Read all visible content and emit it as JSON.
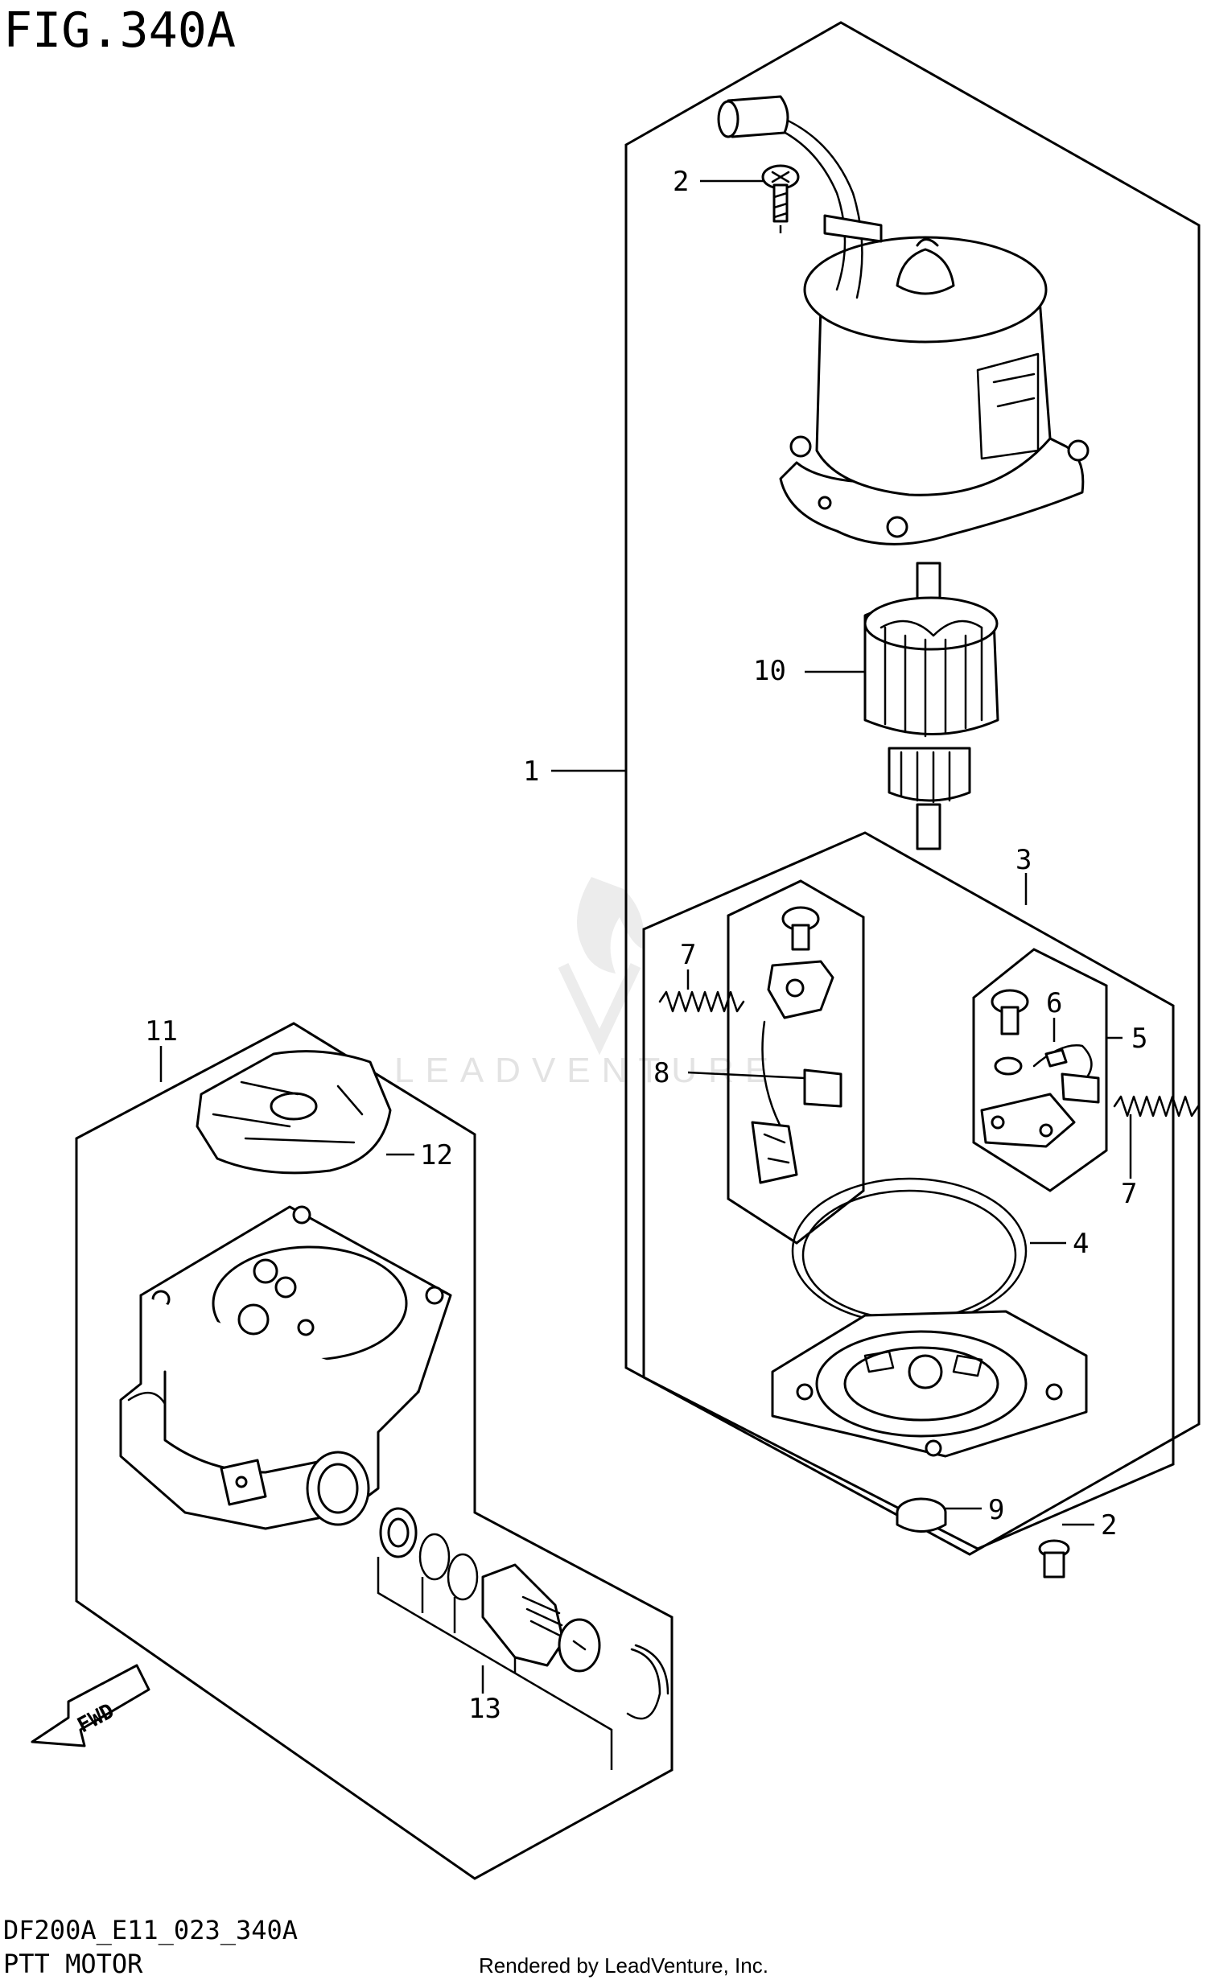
{
  "figure": {
    "title": "FIG.340A",
    "code": "DF200A_E11_023_340A",
    "name": "PTT MOTOR",
    "credit": "Rendered by LeadVenture, Inc.",
    "watermark": "LEADVENTURE",
    "fwd_label": "FWD"
  },
  "callouts": {
    "c1": "1",
    "c2a": "2",
    "c2b": "2",
    "c3": "3",
    "c4": "4",
    "c5": "5",
    "c6": "6",
    "c7a": "7",
    "c7b": "7",
    "c8": "8",
    "c9": "9",
    "c10": "10",
    "c11": "11",
    "c12": "12",
    "c13": "13"
  }
}
